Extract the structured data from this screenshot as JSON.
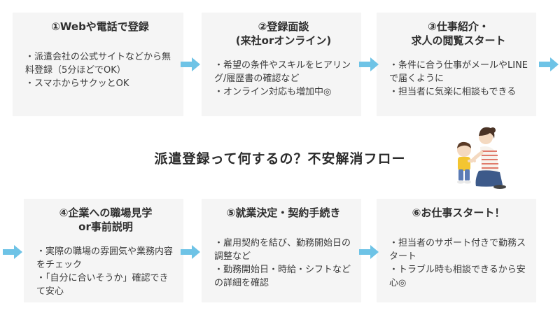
{
  "headline": "派遣登録って何するの？不安解消フロー",
  "colors": {
    "arrow": "#6ec3e6",
    "card_bg": "#f5f5f5"
  },
  "steps": [
    {
      "title_lines": [
        "①Webや電話で登録"
      ],
      "bullets": [
        "・派遣会社の公式サイトなどから無料登録（5分ほどでOK）",
        "・スマホからサクッとOK"
      ]
    },
    {
      "title_lines": [
        "②登録面談",
        "(来社orオンライン)"
      ],
      "bullets": [
        "・希望の条件やスキルをヒアリング/履歴書の確認など",
        "・オンライン対応も増加中◎"
      ]
    },
    {
      "title_lines": [
        "③仕事紹介・",
        "求人の閲覧スタート"
      ],
      "bullets": [
        "・条件に合う仕事がメールやLINEで届くように",
        "・担当者に気楽に相談もできる"
      ]
    },
    {
      "title_lines": [
        "④企業への職場見学",
        "or事前説明"
      ],
      "bullets": [
        "・実際の職場の雰囲気や業務内容をチェック",
        "・「自分に合いそうか」確認できて安心"
      ]
    },
    {
      "title_lines": [
        "⑤就業決定・契約手続き"
      ],
      "bullets": [
        "・雇用契約を結び、勤務開始日の調整など",
        "・勤務開始日・時給・シフトなどの詳細を確認"
      ]
    },
    {
      "title_lines": [
        "⑥お仕事スタート！"
      ],
      "bullets": [
        "・担当者のサポート付きで勤務スタート",
        "・トラブル時も相談できるから安心◎"
      ]
    }
  ],
  "illustration": "mother-and-child-illustration"
}
